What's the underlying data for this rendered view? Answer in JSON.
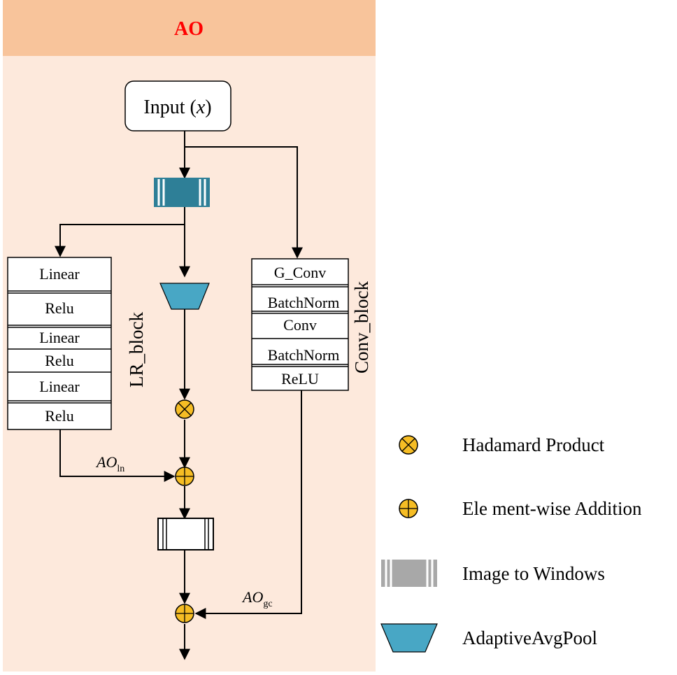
{
  "panel": {
    "title": "AO",
    "title_color": "#ff0000",
    "header_color": "#f8c49b",
    "body_color": "#fde9dc"
  },
  "input_node": {
    "label": "Input (",
    "var": "x",
    "close": ")"
  },
  "lr_block": {
    "label": "LR_block",
    "layers": [
      "Linear",
      "Relu",
      "Linear",
      "Relu",
      "Linear",
      "Relu"
    ]
  },
  "conv_block": {
    "label": "Conv_block",
    "layers": [
      "G_Conv",
      "BatchNorm",
      "Conv",
      "BatchNorm",
      "ReLU"
    ]
  },
  "edge_labels": {
    "ao_ln": {
      "main": "AO",
      "sub": "ln"
    },
    "ao_gc": {
      "main": "AO",
      "sub": "gc"
    }
  },
  "colors": {
    "window_block": "#2e7f97",
    "pool": "#48a7c5",
    "operator": "#f6bd24",
    "legend_window": "#a8a8a8"
  },
  "legend": [
    {
      "icon": "hadamard-product-icon",
      "label": "Hadamard Product"
    },
    {
      "icon": "element-wise-addition-icon",
      "label": "Ele ment-wise Addition"
    },
    {
      "icon": "image-to-windows-icon",
      "label": "Image to Windows"
    },
    {
      "icon": "adaptive-avg-pool-icon",
      "label": "AdaptiveAvgPool"
    }
  ]
}
